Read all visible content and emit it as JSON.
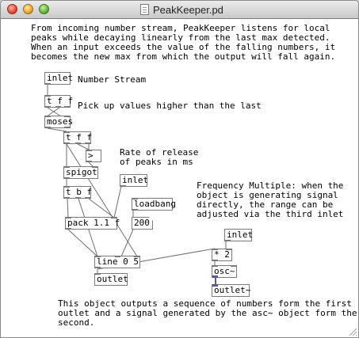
{
  "window": {
    "title": "PeakKeeper.pd"
  },
  "comments": {
    "description": "From incoming number stream, PeakKeeper listens for local\npeaks while decaying linearly from the last max detected.\nWhen an input exceeds the value of the falling numbers, it\nbecomes the new max from which the output will fall again.",
    "number_stream": "Number Stream",
    "pick_up": "Pick up values higher than the last",
    "rate": "Rate of release\nof peaks in ms",
    "frequency": "Frequency Multiple: when the\nobject is generating signal\ndirectly, the range can be\nadjusted via the third inlet",
    "footer": "This object outputs a sequence of numbers form the first\noutlet and a signal generated by the asc~ object form the\nsecond."
  },
  "objects": {
    "inlet_number": "inlet",
    "tff1": "t f f",
    "moses": "moses",
    "tff2": "t f f",
    "compare": ">",
    "spigot": "spigot",
    "tbf": "t b f",
    "inlet_rate": "inlet",
    "loadbang": "loadbang",
    "number200": "200",
    "pack": "pack 1.1 f",
    "line": "line 0 5",
    "outlet": "outlet",
    "inlet_freq": "inlet",
    "mult": "* 2",
    "osc": "osc~",
    "outlet_sig": "outlet~"
  }
}
